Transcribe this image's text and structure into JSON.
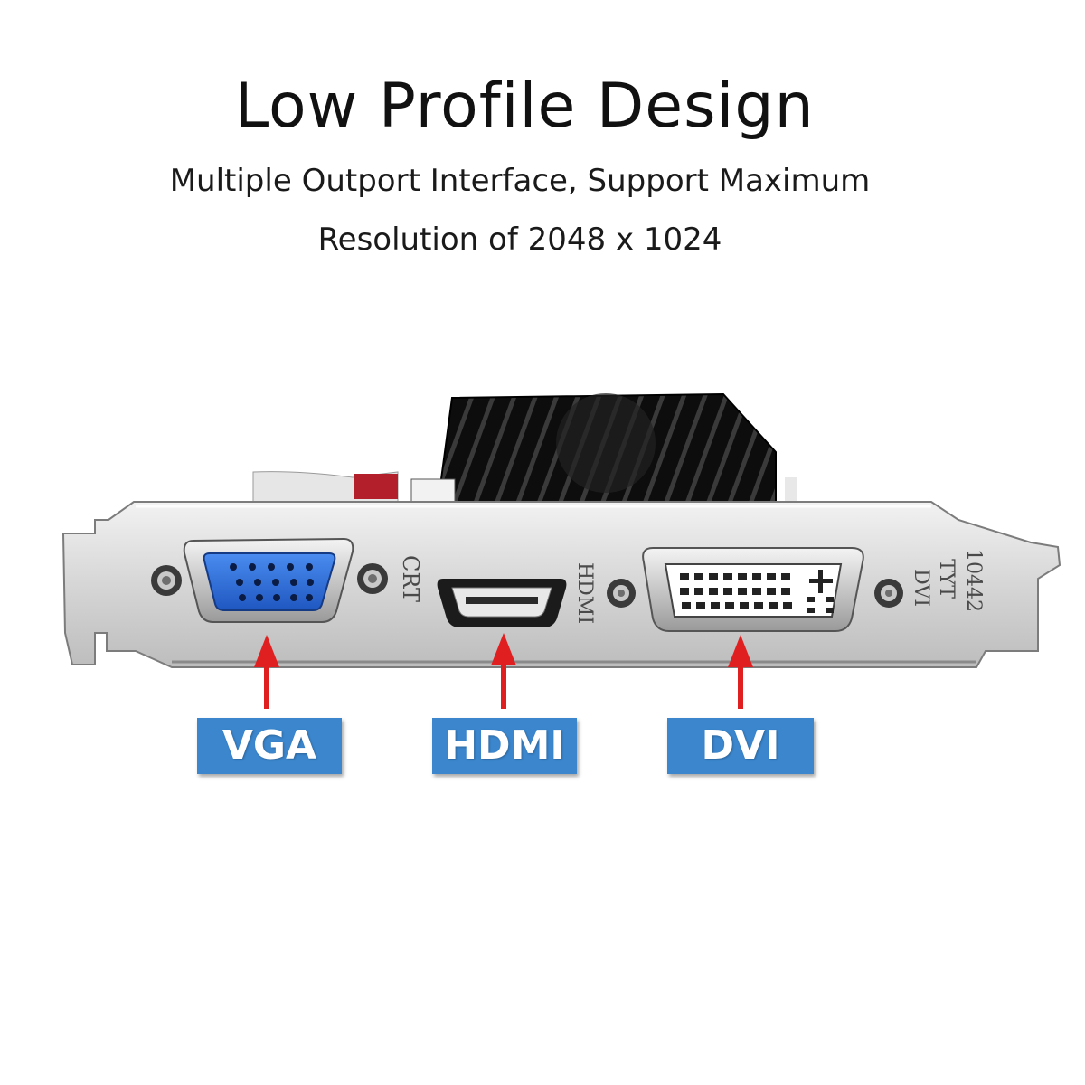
{
  "header": {
    "title": "Low Profile Design",
    "subtitle_line1": "Multiple Outport Interface, Support Maximum",
    "subtitle_line2": "Resolution of 2048 x 1024"
  },
  "bracket_silkscreen": {
    "vga_mark": "CRT",
    "hdmi_mark": "HDMI",
    "dvi_mark": "DVI",
    "code_line1": "TYT",
    "code_line2": "10442"
  },
  "ports": [
    {
      "label": "VGA",
      "connector": "vga-port"
    },
    {
      "label": "HDMI",
      "connector": "hdmi-port"
    },
    {
      "label": "DVI",
      "connector": "dvi-port"
    }
  ],
  "colors": {
    "label_background": "#3b86cd",
    "arrow": "#e02020",
    "vga_connector": "#2f6fd6",
    "bracket": "#d9d9d9"
  }
}
